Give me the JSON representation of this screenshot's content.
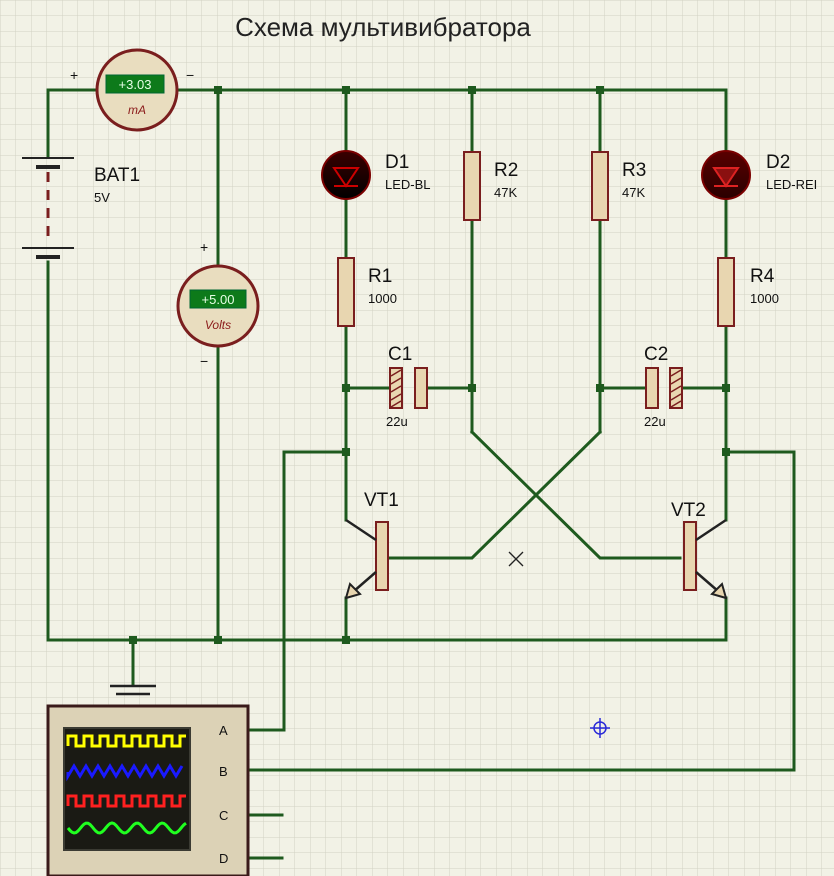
{
  "title": "Схема мультивибратора",
  "colors": {
    "background": "#f2f2e6",
    "grid": "#d2d2c4",
    "wire": "#1e5a1e",
    "component_fill": "#e8d6b0",
    "component_stroke": "#7a1e1e",
    "meter_fill": "#e9ddbf",
    "meter_display": "#0d7a1a"
  },
  "battery": {
    "ref": "BAT1",
    "value": "5V"
  },
  "ammeter": {
    "reading": "+3.03",
    "unit": "mA",
    "plus": "+",
    "minus": "−"
  },
  "voltmeter": {
    "reading": "+5.00",
    "unit": "Volts",
    "plus": "+",
    "minus": "−"
  },
  "components": {
    "d1": {
      "ref": "D1",
      "value": "LED-BL"
    },
    "d2": {
      "ref": "D2",
      "value": "LED-REI"
    },
    "r1": {
      "ref": "R1",
      "value": "1000"
    },
    "r2": {
      "ref": "R2",
      "value": "47K"
    },
    "r3": {
      "ref": "R3",
      "value": "47K"
    },
    "r4": {
      "ref": "R4",
      "value": "1000"
    },
    "c1": {
      "ref": "C1",
      "value": "22u"
    },
    "c2": {
      "ref": "C2",
      "value": "22u"
    },
    "vt1": {
      "ref": "VT1"
    },
    "vt2": {
      "ref": "VT2"
    }
  },
  "oscilloscope": {
    "channels": [
      "A",
      "B",
      "C",
      "D"
    ],
    "trace_colors": [
      "#ffff00",
      "#1a1aff",
      "#ff2020",
      "#20ff20"
    ]
  }
}
